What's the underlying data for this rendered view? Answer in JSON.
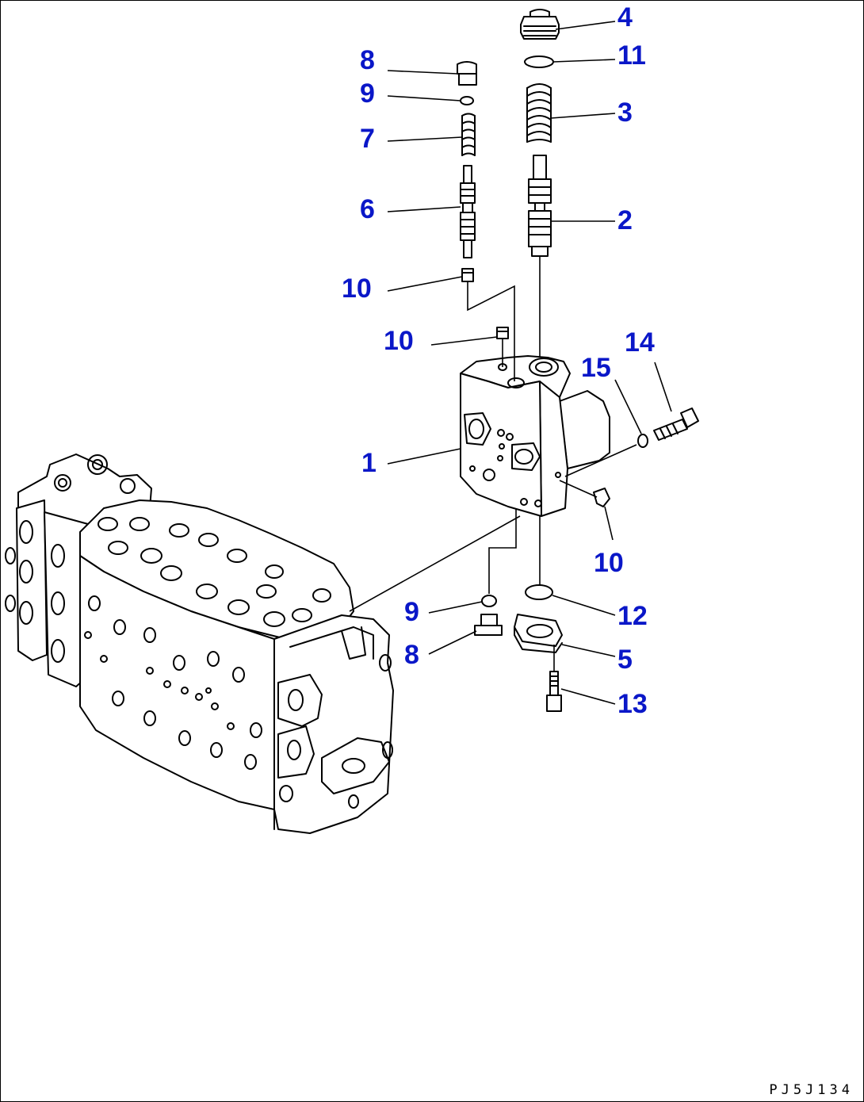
{
  "drawing": {
    "code": "PJ5J134",
    "label_color": "#0a17c8"
  },
  "parts": [
    {
      "id": "p1",
      "label": "1"
    },
    {
      "id": "p2",
      "label": "2"
    },
    {
      "id": "p3",
      "label": "3"
    },
    {
      "id": "p4",
      "label": "4"
    },
    {
      "id": "p5",
      "label": "5"
    },
    {
      "id": "p6",
      "label": "6"
    },
    {
      "id": "p7",
      "label": "7"
    },
    {
      "id": "p8a",
      "label": "8"
    },
    {
      "id": "p8b",
      "label": "8"
    },
    {
      "id": "p9a",
      "label": "9"
    },
    {
      "id": "p9b",
      "label": "9"
    },
    {
      "id": "p10a",
      "label": "10"
    },
    {
      "id": "p10b",
      "label": "10"
    },
    {
      "id": "p10c",
      "label": "10"
    },
    {
      "id": "p11",
      "label": "11"
    },
    {
      "id": "p12",
      "label": "12"
    },
    {
      "id": "p13",
      "label": "13"
    },
    {
      "id": "p14",
      "label": "14"
    },
    {
      "id": "p15",
      "label": "15"
    }
  ]
}
